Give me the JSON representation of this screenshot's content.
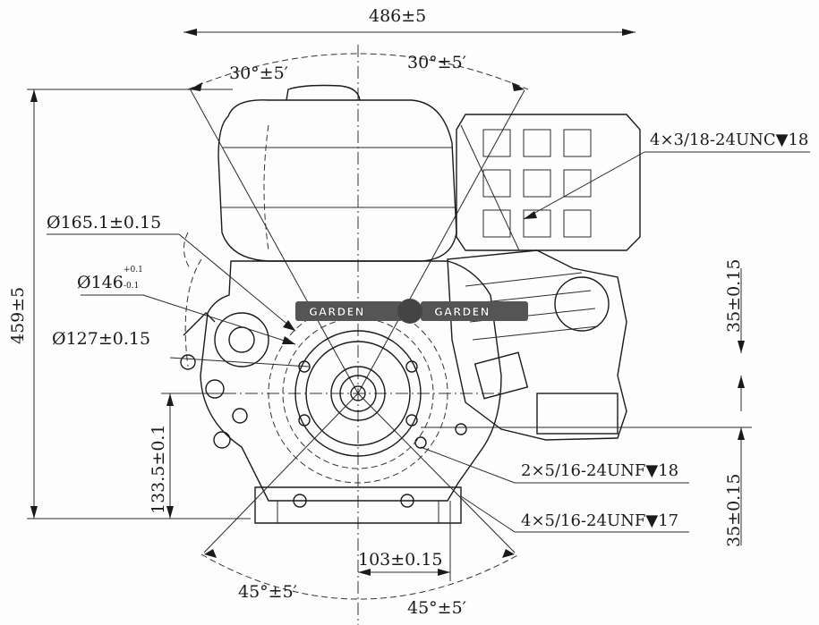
{
  "dimensions": {
    "overall_width": "486±5",
    "overall_height": "459±5",
    "angle_top_left": "30°±5′",
    "angle_top_right": "30°±5′",
    "angle_bottom_left": "45°±5′",
    "angle_bottom_right": "45°±5′",
    "dia_165": "Ø165.1±0.15",
    "dia_146_main": "Ø146",
    "dia_146_tol_upper": "+0.1",
    "dia_146_tol_lower": "-0.1",
    "dia_127": "Ø127±0.15",
    "height_133": "133.5±0.1",
    "offset_103": "103±0.15",
    "right_35_upper": "35±0.15",
    "right_35_lower": "35±0.15"
  },
  "callouts": {
    "thread_top": "4×3/18-24UNC▼18",
    "thread_mid": "2×5/16-24UNF▼18",
    "thread_low": "4×5/16-24UNF▼17"
  },
  "watermark": {
    "left": "GARDEN",
    "right": "GARDEN"
  },
  "colors": {
    "ink": "#1a1a1a",
    "paper": "#fdfdfd"
  }
}
